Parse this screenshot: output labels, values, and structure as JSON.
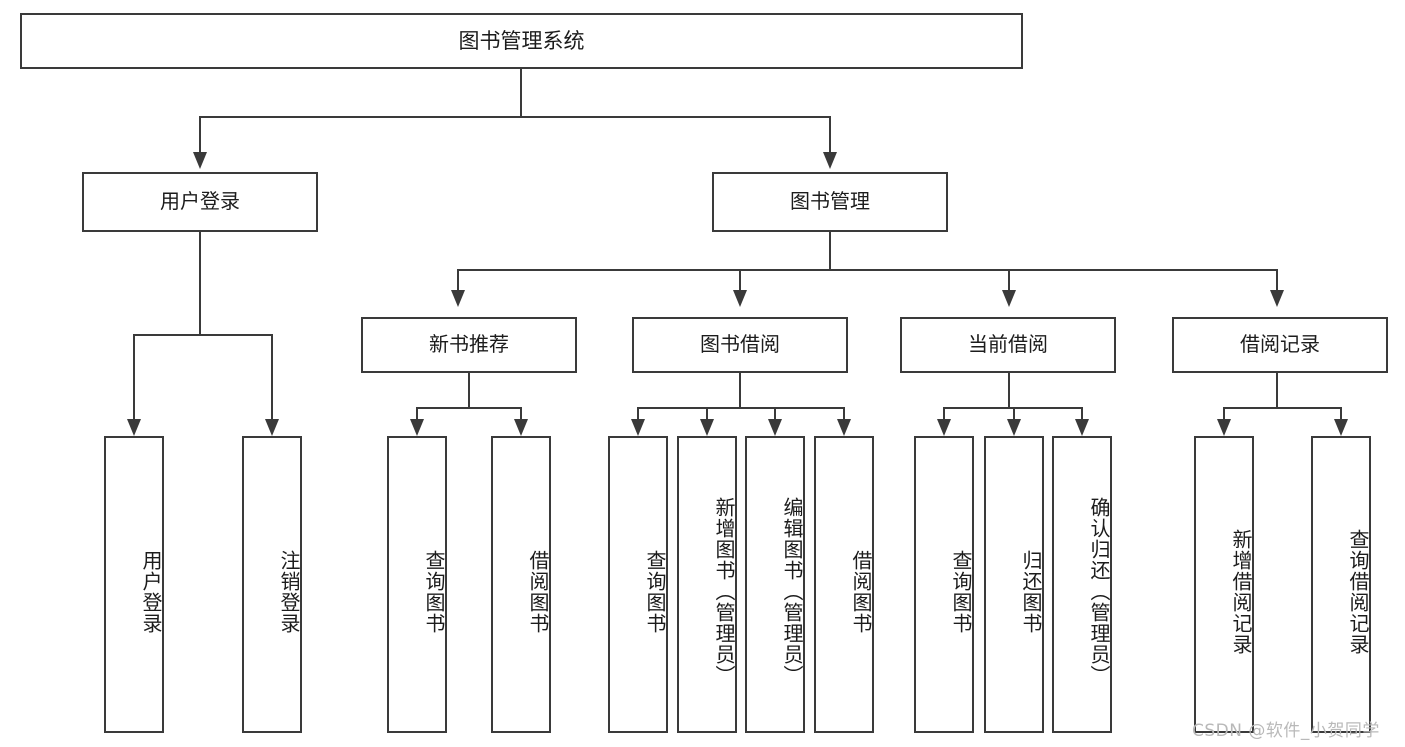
{
  "diagram": {
    "type": "hierarchy-tree",
    "title": "图书管理系统",
    "watermark": "CSDN @软件_小贺同学",
    "colors": {
      "stroke": "#3a3a3a",
      "fill": "#ffffff",
      "text": "#1c1c1c",
      "watermark": "#b9b9b9"
    },
    "root": {
      "label": "图书管理系统"
    },
    "level1": [
      {
        "label": "用户登录"
      },
      {
        "label": "图书管理"
      }
    ],
    "level2": [
      {
        "label": "新书推荐"
      },
      {
        "label": "图书借阅"
      },
      {
        "label": "当前借阅"
      },
      {
        "label": "借阅记录"
      }
    ],
    "leaves": {
      "user_login": [
        {
          "label": "用户登录"
        },
        {
          "label": "注销登录"
        }
      ],
      "new_book": [
        {
          "label": "查询图书"
        },
        {
          "label": "借阅图书"
        }
      ],
      "book_borrow": [
        {
          "label": "查询图书"
        },
        {
          "label": "新增图书（管理员）"
        },
        {
          "label": "编辑图书（管理员）"
        },
        {
          "label": "借阅图书"
        }
      ],
      "current_borrow": [
        {
          "label": "查询图书"
        },
        {
          "label": "归还图书"
        },
        {
          "label": "确认归还（管理员）"
        }
      ],
      "borrow_record": [
        {
          "label": "新增借阅记录"
        },
        {
          "label": "查询借阅记录"
        }
      ]
    }
  }
}
